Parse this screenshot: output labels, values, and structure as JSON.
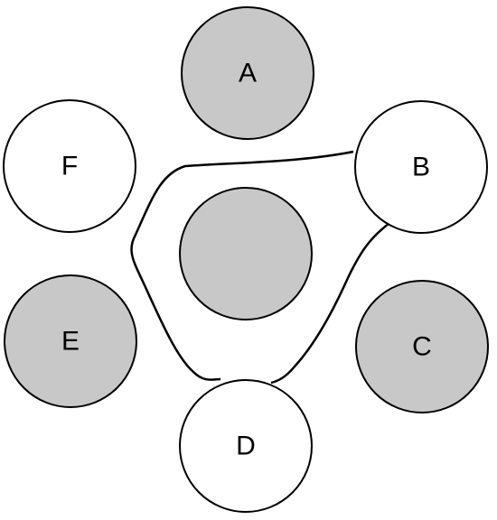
{
  "colors": {
    "filled": "#c8c8c8",
    "empty": "#ffffff",
    "stroke": "#000000",
    "background": "#ffffff"
  },
  "nodes": [
    {
      "id": "A",
      "label": "A",
      "filled": true
    },
    {
      "id": "B",
      "label": "B",
      "filled": false
    },
    {
      "id": "C",
      "label": "C",
      "filled": true
    },
    {
      "id": "D",
      "label": "D",
      "filled": false
    },
    {
      "id": "E",
      "label": "E",
      "filled": true
    },
    {
      "id": "F",
      "label": "F",
      "filled": false
    },
    {
      "id": "center",
      "label": "",
      "filled": true
    }
  ]
}
